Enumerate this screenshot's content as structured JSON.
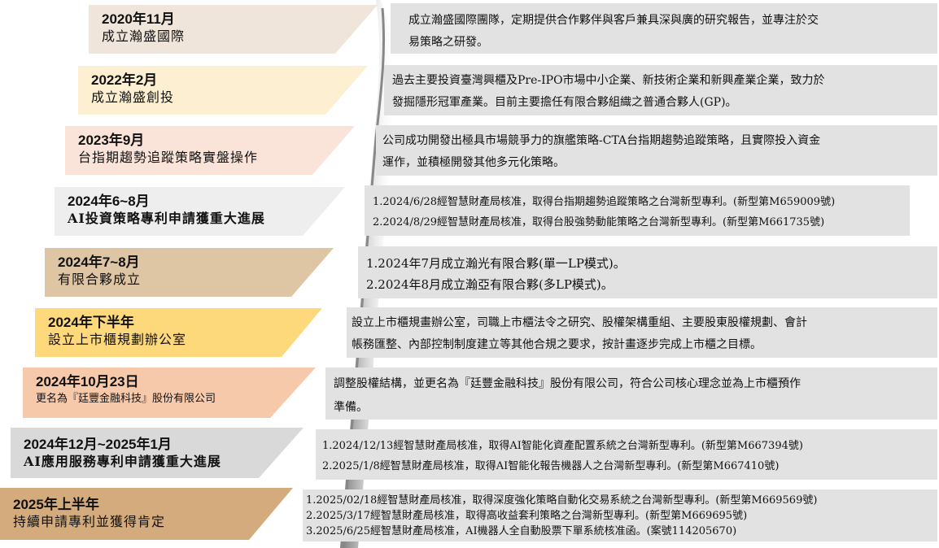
{
  "milestones": [
    {
      "date": "2020年11月",
      "title": "成立瀚盛國際",
      "color": "#f0e5da",
      "desc": [
        "成立瀚盛國際團隊，定期提供合作夥伴與客戶兼具深與廣的研究報告，並專注於交",
        "易策略之研發。"
      ]
    },
    {
      "date": "2022年2月",
      "title": "成立瀚盛創投",
      "color": "#fdf0d2",
      "desc": [
        "過去主要投資臺灣興櫃及Pre-IPO市場中小企業、新技術企業和新興產業企業，致力於",
        "發掘隱形冠軍產業。目前主要擔任有限合夥組織之普通合夥人(GP)。"
      ]
    },
    {
      "date": "2023年9月",
      "title": "台指期趨勢追蹤策略實盤操作",
      "color": "#fae4da",
      "desc": [
        "公司成功開發出極具市場競爭力的旗艦策略-CTA台指期趨勢追蹤策略，且實際投入資金",
        "運作，並積極開發其他多元化策略。"
      ]
    },
    {
      "date": "2024年6~8月",
      "title": "AI投資策略專利申請獲重大進展",
      "color": "#eeeeee",
      "desc": [
        "1.2024/6/28經智慧財產局核准，取得台指期趨勢追蹤策略之台灣新型專利。(新型第M659009號)",
        "2.2024/8/29經智慧財產局核准，取得台股強勢動能策略之台灣新型專利。(新型第M661735號)"
      ]
    },
    {
      "date": "2024年7~8月",
      "title": "有限合夥成立",
      "color": "#dec5a4",
      "desc": [
        "1.2024年7月成立瀚光有限合夥(單一LP模式)。",
        "2.2024年8月成立瀚亞有限合夥(多LP模式)。"
      ]
    },
    {
      "date": "2024年下半年",
      "title": "設立上市櫃規劃辦公室",
      "color": "#fed97c",
      "desc": [
        "設立上市櫃規畫辦公室，司職上市櫃法令之研究、股權架構重組、主要股東股權規劃、會計",
        "帳務匯整、內部控制制度建立等其他合規之要求，按計畫逐步完成上市櫃之目標。"
      ]
    },
    {
      "date": "2024年10月23日",
      "title": "更名為『廷豐金融科技』股份有限公司",
      "color": "#f7c9ab",
      "desc": [
        "調整股權結構，並更名為『廷豐金融科技』股份有限公司，符合公司核心理念並為上市櫃預作",
        "準備。"
      ]
    },
    {
      "date": "2024年12月~2025年1月",
      "title": "AI應用服務專利申請獲重大進展",
      "color": "#d9d9d9",
      "desc": [
        "1.2024/12/13經智慧財產局核准，取得AI智能化資產配置系統之台灣新型專利。(新型第M667394號)",
        "2.2025/1/8經智慧財產局核准，取得AI智能化報告機器人之台灣新型專利。(新型第M667410號)"
      ]
    },
    {
      "date": "2025年上半年",
      "title": "持續申請專利並獲得肯定",
      "color": "#d4ab7c",
      "desc": [
        "1.2025/02/18經智慧財產局核准，取得深度強化策略自動化交易系統之台灣新型專利。(新型第M669569號)",
        "2.2025/3/17經智慧財產局核准，取得高收益套利策略之台灣新型專利。(新型第M669695號)",
        "3.2025/6/25經智慧財產局核准，AI機器人全自動股票下單系統核准函。(案號114205670)"
      ]
    }
  ]
}
